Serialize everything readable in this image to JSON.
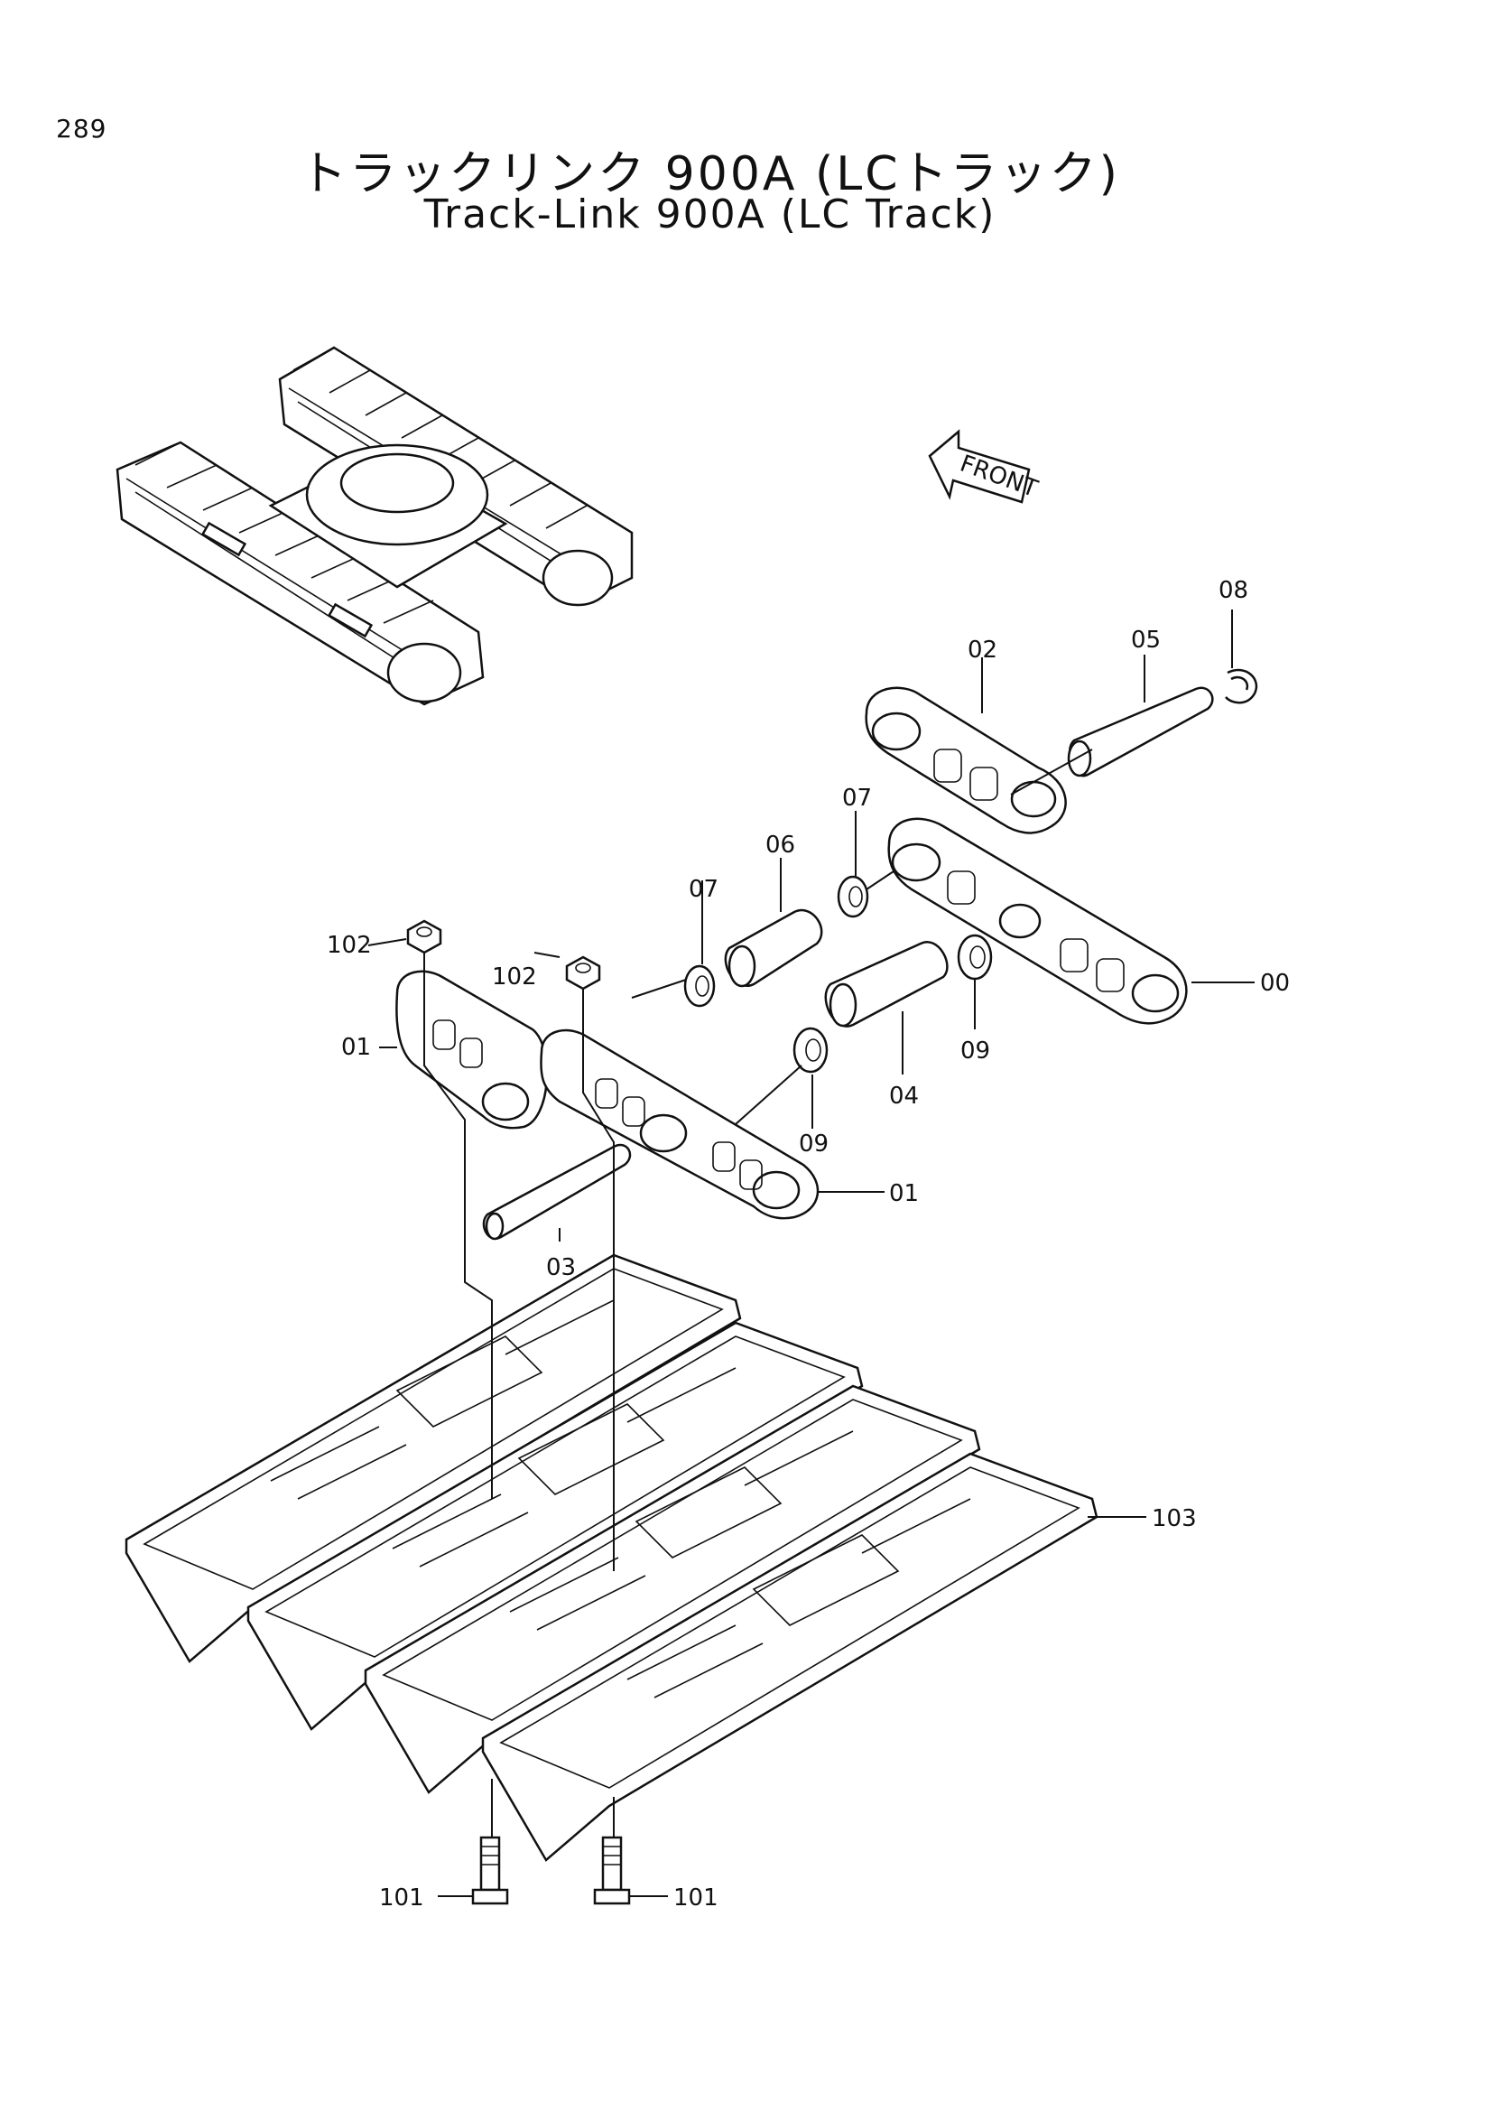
{
  "header": {
    "page_number": "289",
    "title_jp": "トラックリンク 900A (LCトラック)",
    "title_en": "Track-Link 900A (LC Track)"
  },
  "direction": {
    "label": "FRONT"
  },
  "callouts": {
    "c00": "00",
    "c01a": "01",
    "c01b": "01",
    "c02": "02",
    "c03": "03",
    "c04": "04",
    "c05": "05",
    "c06": "06",
    "c07a": "07",
    "c07b": "07",
    "c08": "08",
    "c09a": "09",
    "c09b": "09",
    "c101a": "101",
    "c101b": "101",
    "c102a": "102",
    "c102b": "102",
    "c103": "103"
  }
}
